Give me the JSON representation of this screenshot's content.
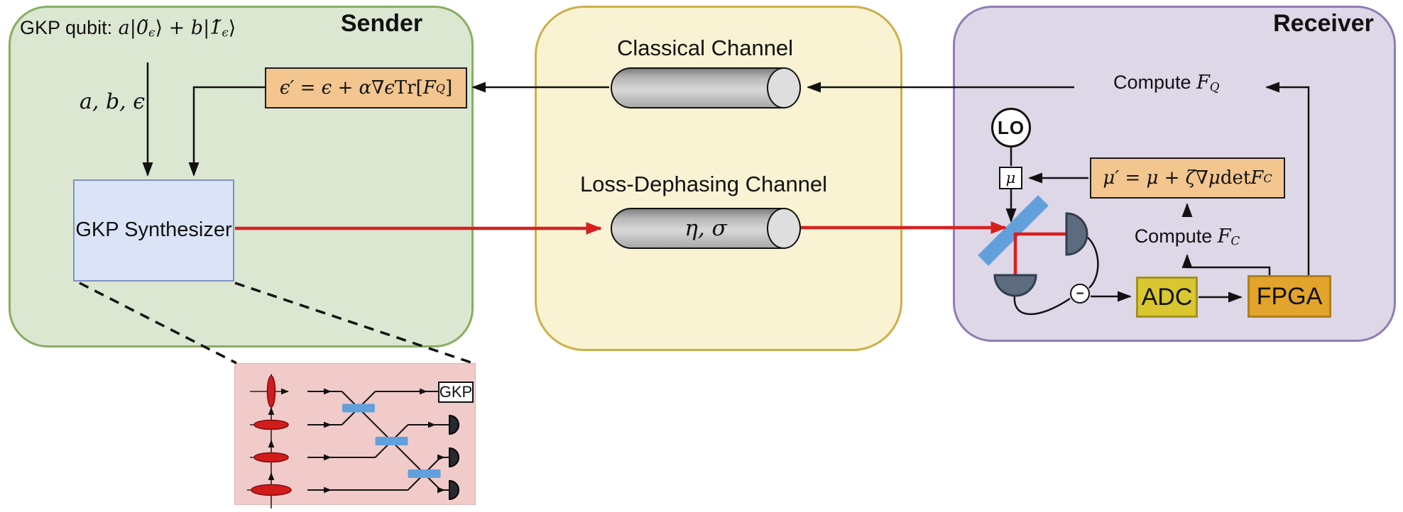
{
  "sender": {
    "title": "Sender",
    "gkp_qubit_label": [
      {
        "t": "GKP qubit:",
        "s": "sf"
      },
      {
        "t": " a",
        "s": "it"
      },
      {
        "t": "|",
        "s": "rm"
      },
      {
        "t": "0̃",
        "s": "it"
      },
      {
        "t": "ϵ",
        "s": "sub"
      },
      {
        "t": "⟩",
        "s": "rm"
      },
      {
        "t": " + ",
        "s": "rm"
      },
      {
        "t": "b",
        "s": "it"
      },
      {
        "t": "|",
        "s": "rm"
      },
      {
        "t": "1̃",
        "s": "it"
      },
      {
        "t": "ϵ",
        "s": "sub"
      },
      {
        "t": "⟩",
        "s": "rm"
      }
    ],
    "abe_label": [
      {
        "t": "a, b, ϵ",
        "s": "it"
      }
    ],
    "epsilon_update_formula": [
      {
        "t": "ϵ′ = ϵ + α∇ϵ ",
        "s": "it"
      },
      {
        "t": "Tr[",
        "s": "rm"
      },
      {
        "t": "F",
        "s": "it"
      },
      {
        "t": "Q",
        "s": "sub"
      },
      {
        "t": "]",
        "s": "rm"
      }
    ],
    "synthesizer_label": "GKP Synthesizer"
  },
  "channel": {
    "classical_label": "Classical Channel",
    "loss_dephasing_label": "Loss-Dephasing Channel",
    "loss_params_label": [
      {
        "t": "η, σ",
        "s": "it"
      }
    ]
  },
  "receiver": {
    "title": "Receiver",
    "compute_fq_label": [
      {
        "t": "Compute ",
        "s": "sf"
      },
      {
        "t": "F",
        "s": "it"
      },
      {
        "t": "Q",
        "s": "sub"
      }
    ],
    "compute_fc_label": [
      {
        "t": "Compute ",
        "s": "sf"
      },
      {
        "t": "F",
        "s": "it"
      },
      {
        "t": "C",
        "s": "sub"
      }
    ],
    "mu_update_formula": [
      {
        "t": "μ′ = μ + ζ∇μ ",
        "s": "it"
      },
      {
        "t": "det ",
        "s": "rm"
      },
      {
        "t": "F",
        "s": "it"
      },
      {
        "t": "C",
        "s": "sub"
      }
    ],
    "lo_label": "LO",
    "mu_label": [
      {
        "t": "μ",
        "s": "it"
      }
    ],
    "minus_label": "−",
    "adc_label": "ADC",
    "fpga_label": "FPGA"
  },
  "inset": {
    "gkp_label": "GKP"
  },
  "colors": {
    "sender-fill": "#dce7d2",
    "sender-border": "#87ae61",
    "channel-fill": "#faf3d3",
    "channel-border": "#cdb04a",
    "receiver-fill": "#ded7e8",
    "receiver-border": "#8f7cb4",
    "formula-fill": "#f3c58f",
    "formula-border": "#1c1c1c",
    "synth-fill": "#dbe4f7",
    "synth-border": "#7e92c8",
    "adc-fill": "#d9c630",
    "adc-border": "#a1931d",
    "fpga-fill": "#e2a42c",
    "fpga-border": "#b07f1a",
    "bs-blue": "#62a0dc",
    "detector-fill": "#5c6c7e",
    "detector-border": "#333e4a",
    "inset-fill": "#f1caca",
    "beam-red": "#d81f1f",
    "state-red": "#d11c1c",
    "line-black": "#111111"
  }
}
